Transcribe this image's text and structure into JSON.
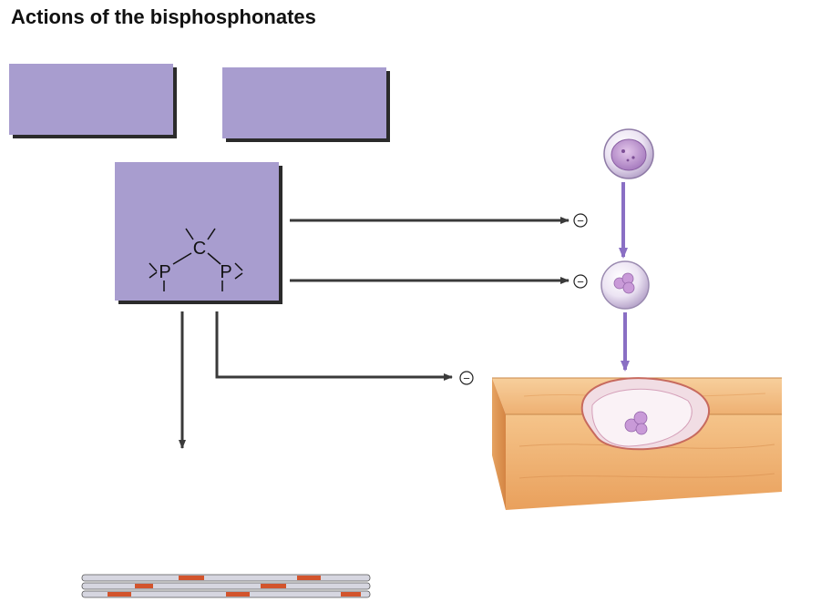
{
  "title": "Actions of the bisphosphonates",
  "structure": {
    "carbon": "C",
    "phosphorus_left": "P",
    "phosphorus_right": "P"
  },
  "inhibit_symbol": "⊖",
  "colors": {
    "box_fill": "#a89dcf",
    "box_shadow": "#2b2b2b",
    "arrow_dark": "#3a3a3a",
    "arrow_purple": "#8a6fc4",
    "bone_light": "#f3bd82",
    "bone_dark": "#d98a4a",
    "cell_purple": "#c6a4d8"
  }
}
